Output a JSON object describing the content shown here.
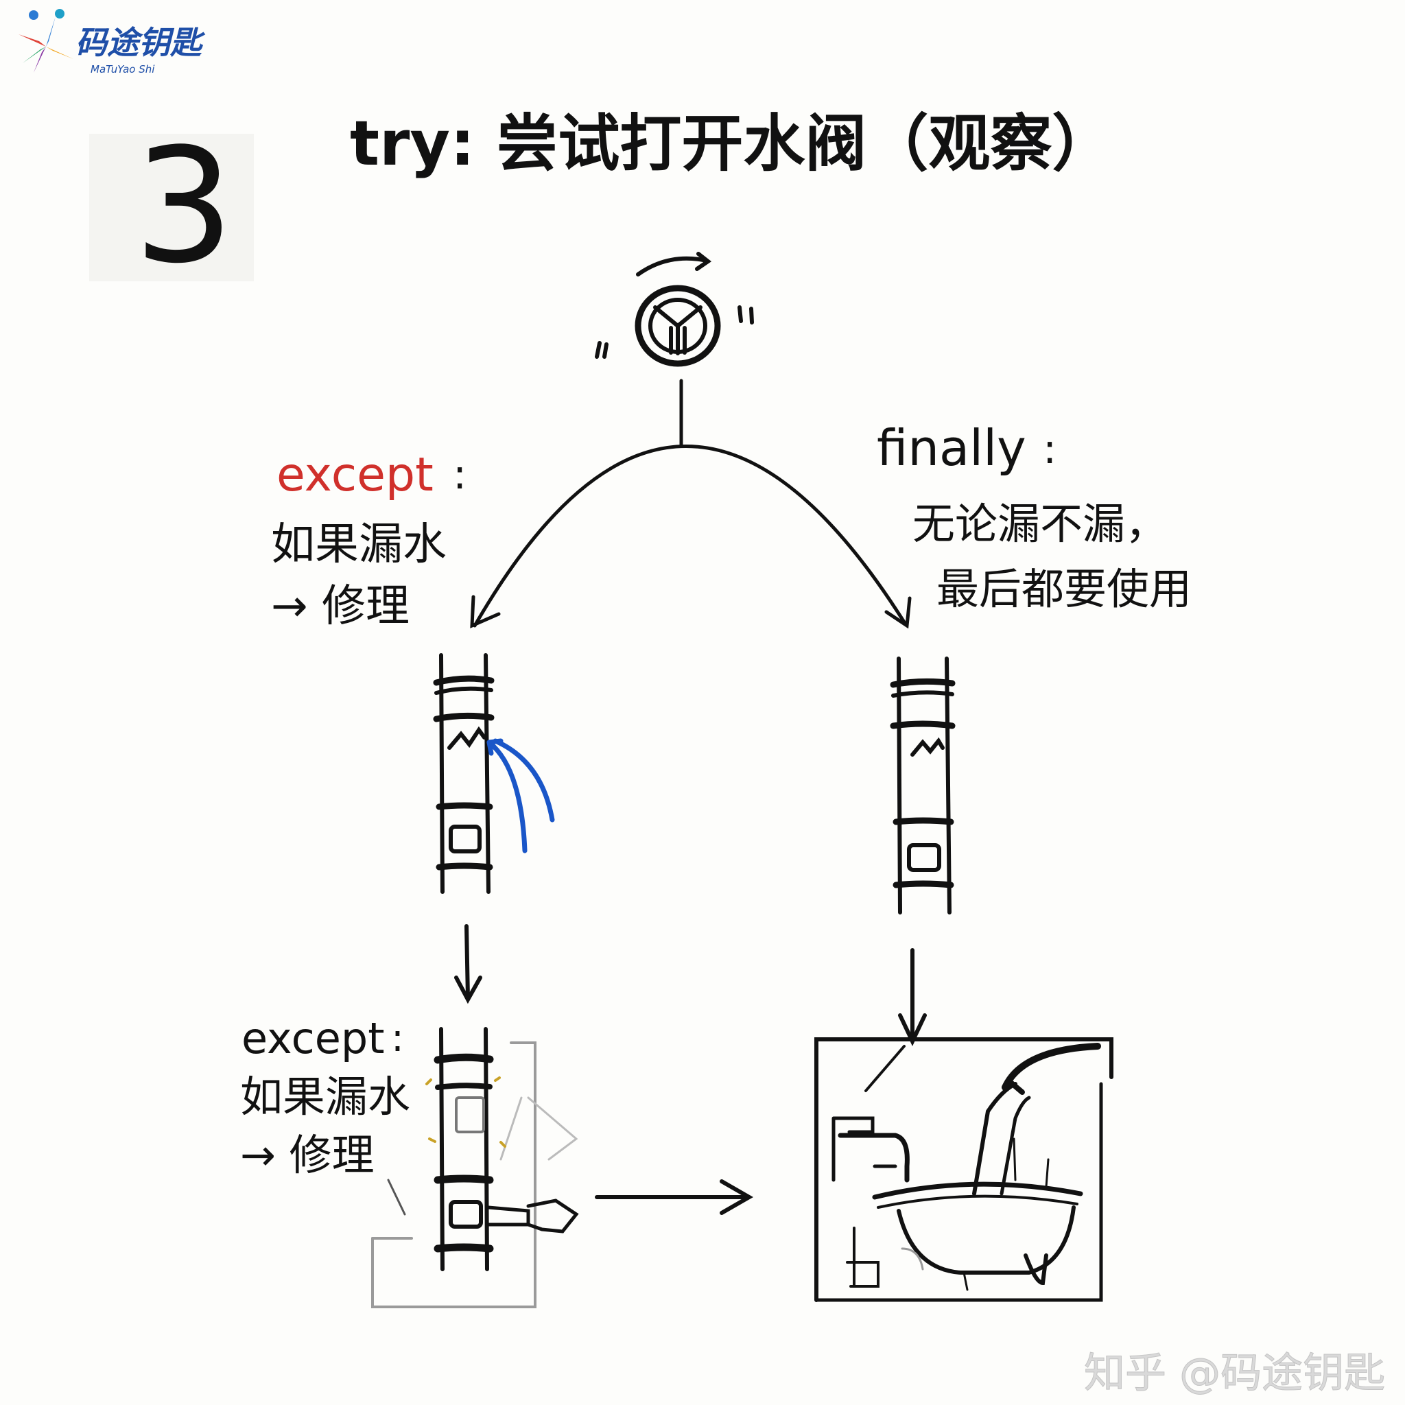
{
  "logo": {
    "name": "码途钥匙",
    "sub": "MaTuYao Shi"
  },
  "step_number": "3",
  "title": "try: 尝试打开水阀（观察）",
  "except_top": {
    "keyword": "except",
    "colon": ":",
    "line1": "如果漏水",
    "line2": "→ 修理"
  },
  "finally": {
    "keyword": "finally",
    "colon": ":",
    "line1": "无论漏不漏，",
    "line2": "最后都要使用"
  },
  "except_bottom": {
    "keyword": "except",
    "colon": ":",
    "line1": "如果漏水",
    "line2": "→ 修理"
  },
  "watermark": "知乎 @码途钥匙",
  "colors": {
    "ink": "#111111",
    "except_red": "#d0302b",
    "leak_blue": "#1a56c8",
    "sketch_gray": "#9a9a9a",
    "logo_blue": "#1f4fa8",
    "watermark_gray": "#d9d9d9"
  }
}
